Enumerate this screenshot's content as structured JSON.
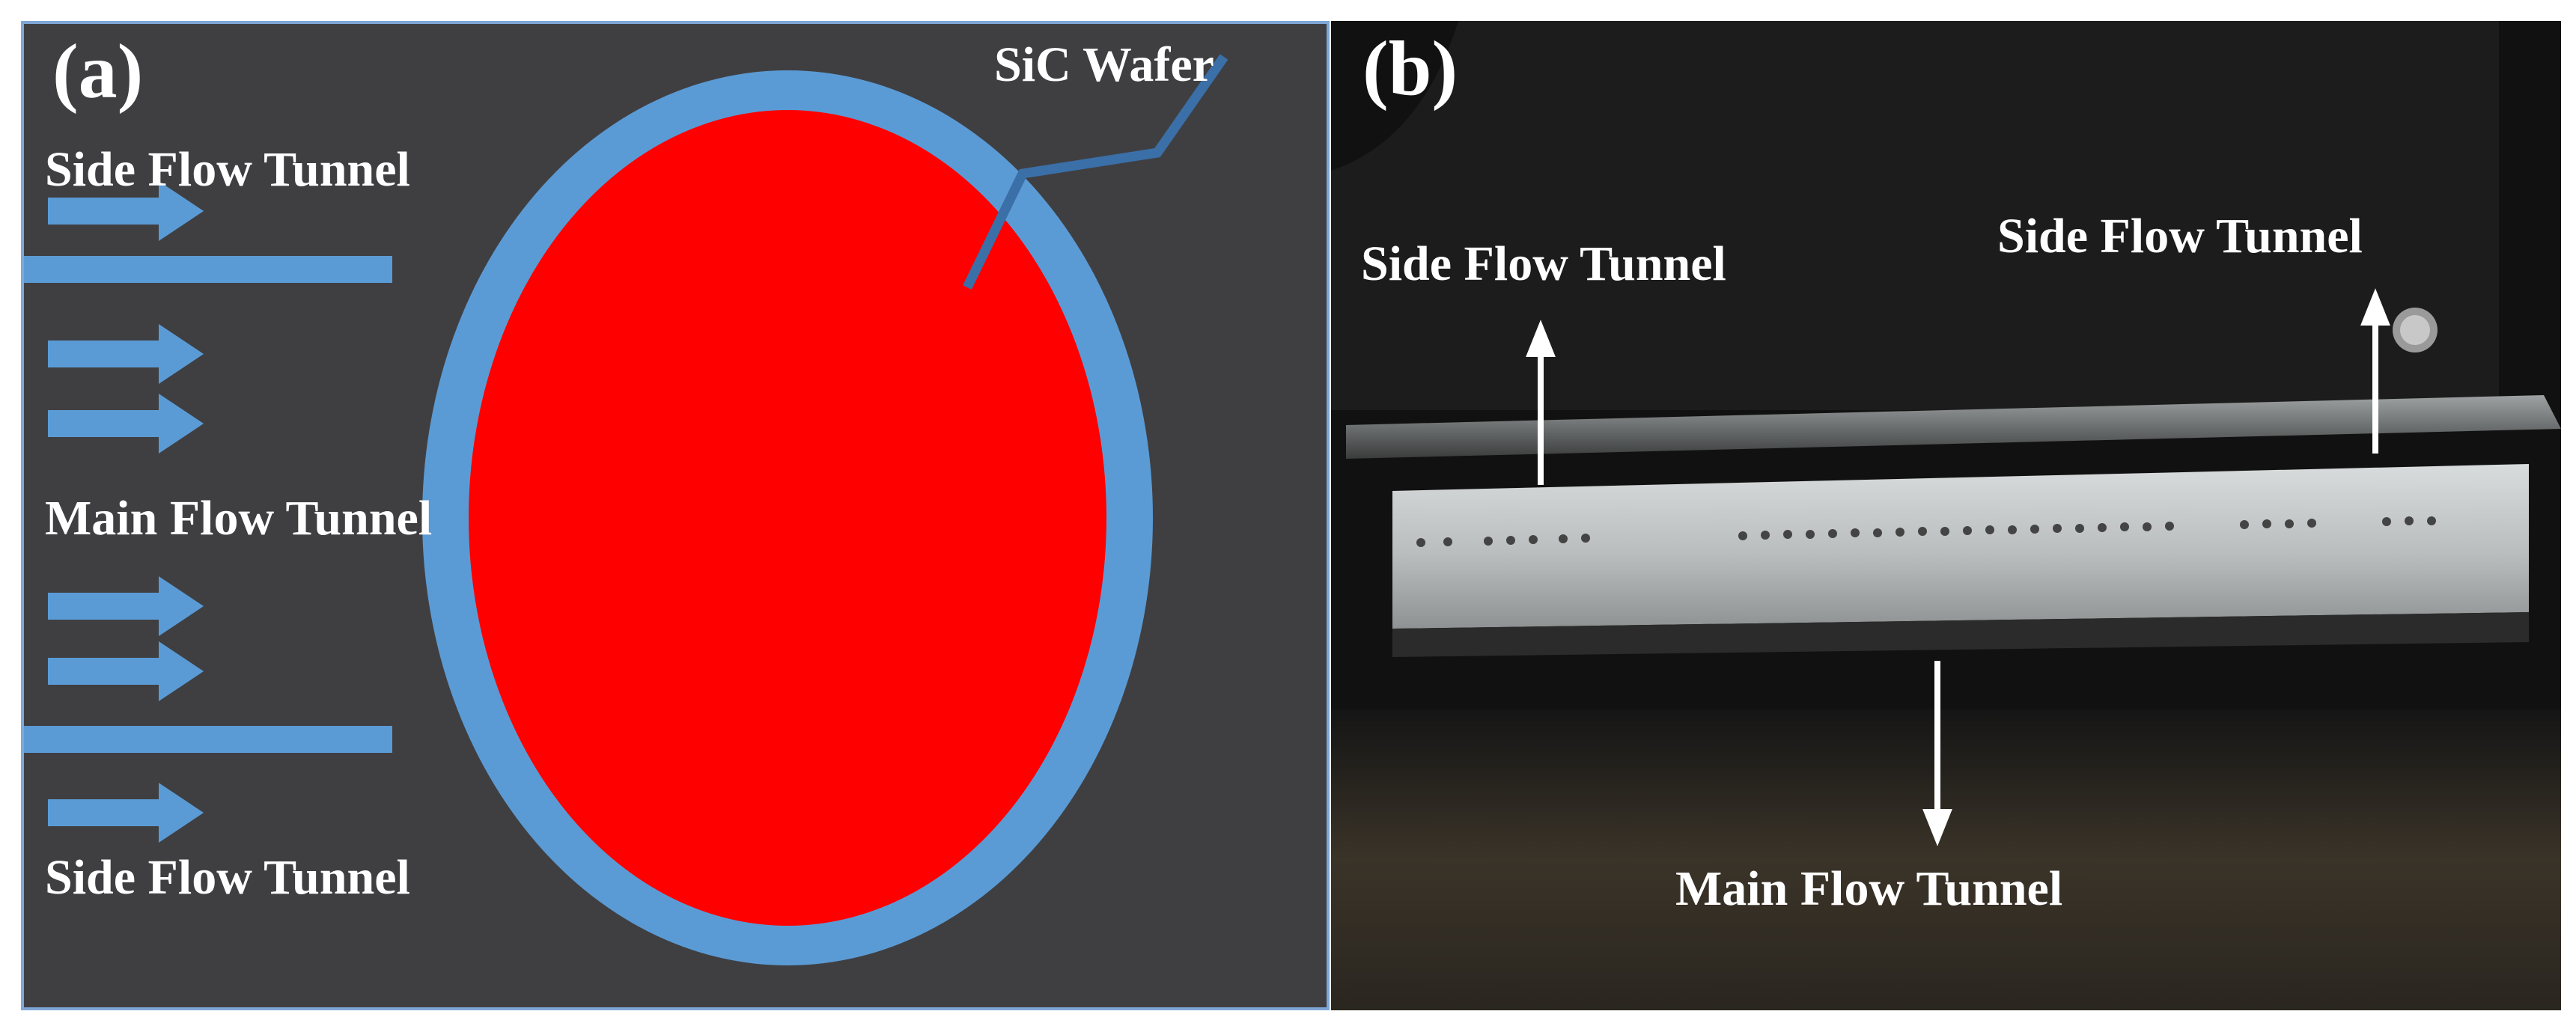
{
  "panel_a": {
    "tag": "(a)",
    "wafer_label": "SiC Wafer",
    "side_flow_top": "Side Flow Tunnel",
    "main_flow": "Main Flow Tunnel",
    "side_flow_bottom": "Side Flow Tunnel",
    "colors": {
      "background": "#3f3f42",
      "accent": "#5b9bd5",
      "wafer": "#ff0000"
    }
  },
  "panel_b": {
    "tag": "(b)",
    "side_flow_left": "Side Flow Tunnel",
    "side_flow_right": "Side Flow Tunnel",
    "main_flow": "Main Flow Tunnel"
  }
}
